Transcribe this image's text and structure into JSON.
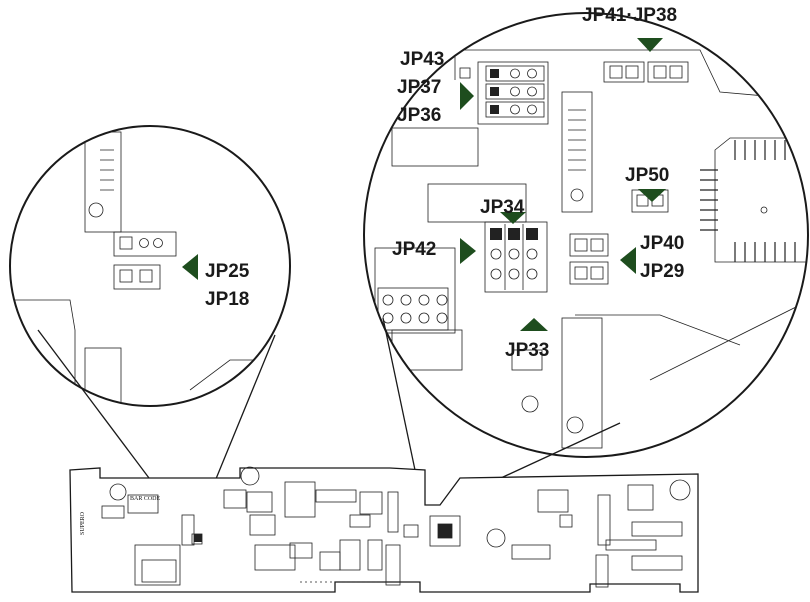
{
  "jumper_labels": {
    "jp41_jp38": "JP41·JP38",
    "jp43": "JP43",
    "jp37": "JP37",
    "jp36": "JP36",
    "jp50": "JP50",
    "jp34": "JP34",
    "jp42": "JP42",
    "jp40": "JP40",
    "jp29": "JP29",
    "jp33": "JP33",
    "jp25": "JP25",
    "jp18": "JP18"
  },
  "board": {
    "brand": "SUPERO",
    "bar_code": "BAR CODE"
  },
  "colors": {
    "arrow": "#1e4d1e",
    "line": "#1a1a1a"
  }
}
